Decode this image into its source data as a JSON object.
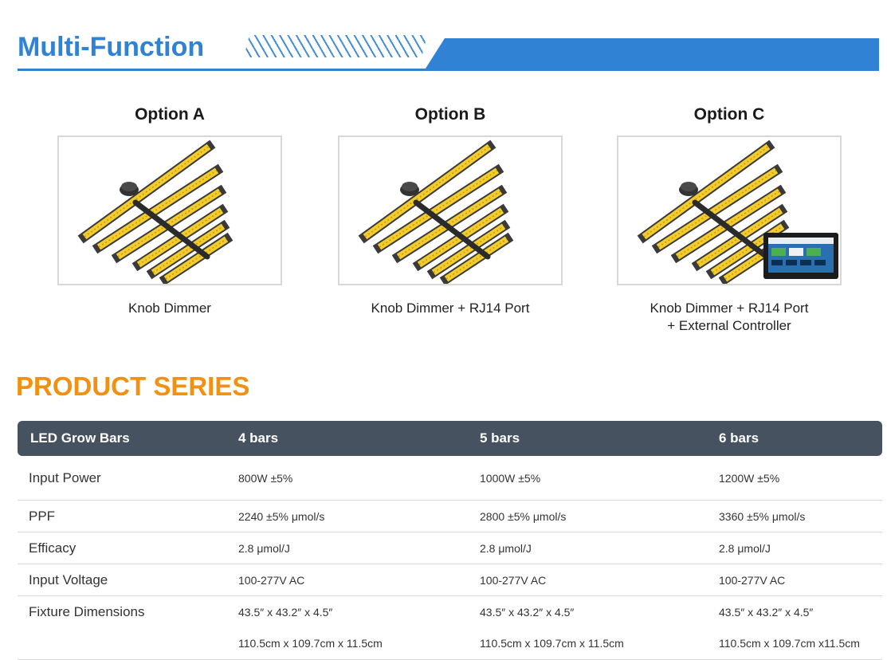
{
  "header": {
    "title": "Multi-Function",
    "slashes": "////////////////////",
    "accent_color": "#2f82d4"
  },
  "options": [
    {
      "title": "Option A",
      "caption_lines": [
        "Knob Dimmer"
      ],
      "image": "led-grow-light-6-bars-knob"
    },
    {
      "title": "Option B",
      "caption_lines": [
        "Knob Dimmer + RJ14 Port"
      ],
      "image": "led-grow-light-6-bars-knob-rj14"
    },
    {
      "title": "Option C",
      "caption_lines": [
        "Knob Dimmer + RJ14 Port",
        "+ External Controller"
      ],
      "image": "led-grow-light-with-controller"
    }
  ],
  "product_series": {
    "title": "PRODUCT SERIES",
    "title_color": "#f29111",
    "columns": [
      "LED Grow Bars",
      "4 bars",
      "5 bars",
      "6 bars"
    ],
    "rows": [
      {
        "label": "Input Power",
        "values": [
          "800W ±5%",
          "1000W ±5%",
          "1200W ±5%"
        ]
      },
      {
        "label": "PPF",
        "values": [
          "2240 ±5% μmol/s",
          "2800 ±5% μmol/s",
          "3360 ±5% μmol/s"
        ]
      },
      {
        "label": "Efficacy",
        "values": [
          "2.8 μmol/J",
          "2.8 μmol/J",
          "2.8 μmol/J"
        ]
      },
      {
        "label": "Input Voltage",
        "values": [
          "100-277V AC",
          "100-277V AC",
          "100-277V AC"
        ]
      },
      {
        "label": "Fixture Dimensions",
        "values": [
          "43.5″ x 43.2″ x 4.5″",
          "43.5″ x 43.2″ x 4.5″",
          "43.5″ x 43.2″ x 4.5″"
        ]
      },
      {
        "label": "",
        "values": [
          "110.5cm x 109.7cm  x 11.5cm",
          "110.5cm x 109.7cm x 11.5cm",
          "110.5cm x 109.7cm x11.5cm"
        ]
      }
    ]
  }
}
